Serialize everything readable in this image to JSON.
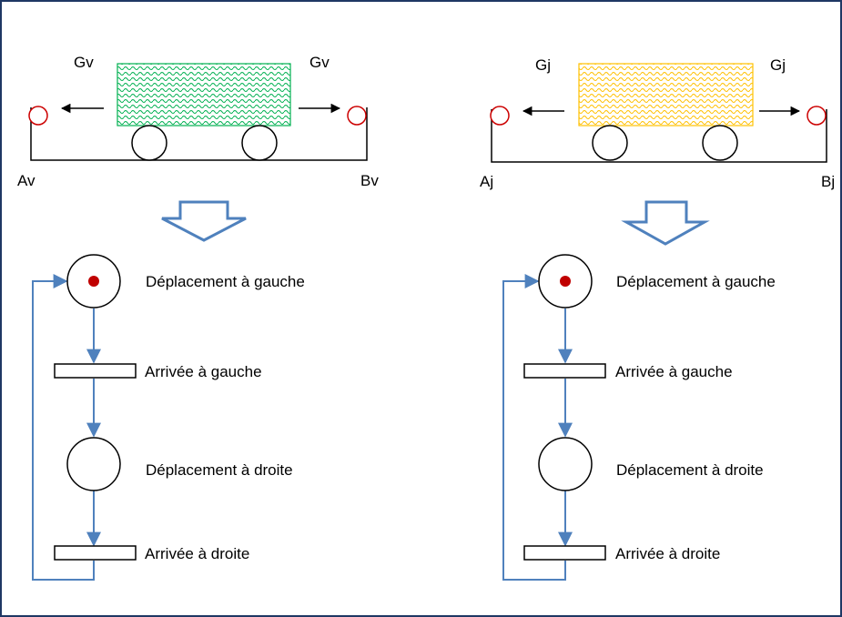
{
  "colors": {
    "frame": "#1f3864",
    "arc": "#4f81bd",
    "token": "#c00000",
    "sensor": "#cc0000",
    "left_cart_fill": "#00b050",
    "right_cart_fill": "#ffc000"
  },
  "left": {
    "motion_left_label": "Gv",
    "motion_right_label": "Gv",
    "sensor_left_label": "Av",
    "sensor_right_label": "Bv",
    "places": [
      {
        "label": "Déplacement à gauche",
        "marked": true
      },
      {
        "label": "Déplacement à droite",
        "marked": false
      }
    ],
    "transitions": [
      {
        "label": "Arrivée à gauche"
      },
      {
        "label": "Arrivée à droite"
      }
    ]
  },
  "right": {
    "motion_left_label": "Gj",
    "motion_right_label": "Gj",
    "sensor_left_label": "Aj",
    "sensor_right_label": "Bj",
    "places": [
      {
        "label": "Déplacement à gauche",
        "marked": true
      },
      {
        "label": "Déplacement à droite",
        "marked": false
      }
    ],
    "transitions": [
      {
        "label": "Arrivée à gauche"
      },
      {
        "label": "Arrivée à droite"
      }
    ]
  }
}
